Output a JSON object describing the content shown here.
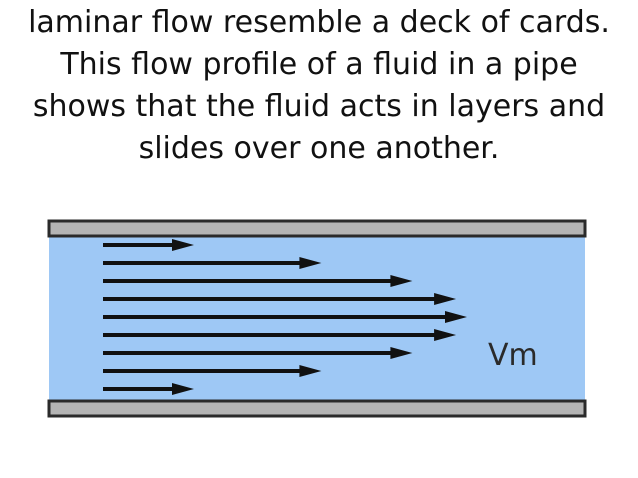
{
  "caption": {
    "lines": [
      "laminar flow resemble a deck of cards.",
      "This flow profile of a fluid in a pipe",
      "shows that the fluid acts in layers and",
      "slides over one another."
    ]
  },
  "diagram": {
    "velocity_label": "Vm",
    "colors": {
      "fluid": "#9ec8f5",
      "pipe_wall": "#b4b4b4",
      "pipe_outline": "#2a2a2a",
      "arrow": "#111111"
    },
    "layers_relative_velocity": [
      0.25,
      0.6,
      0.85,
      0.97,
      1.0,
      0.97,
      0.85,
      0.6,
      0.25
    ]
  }
}
